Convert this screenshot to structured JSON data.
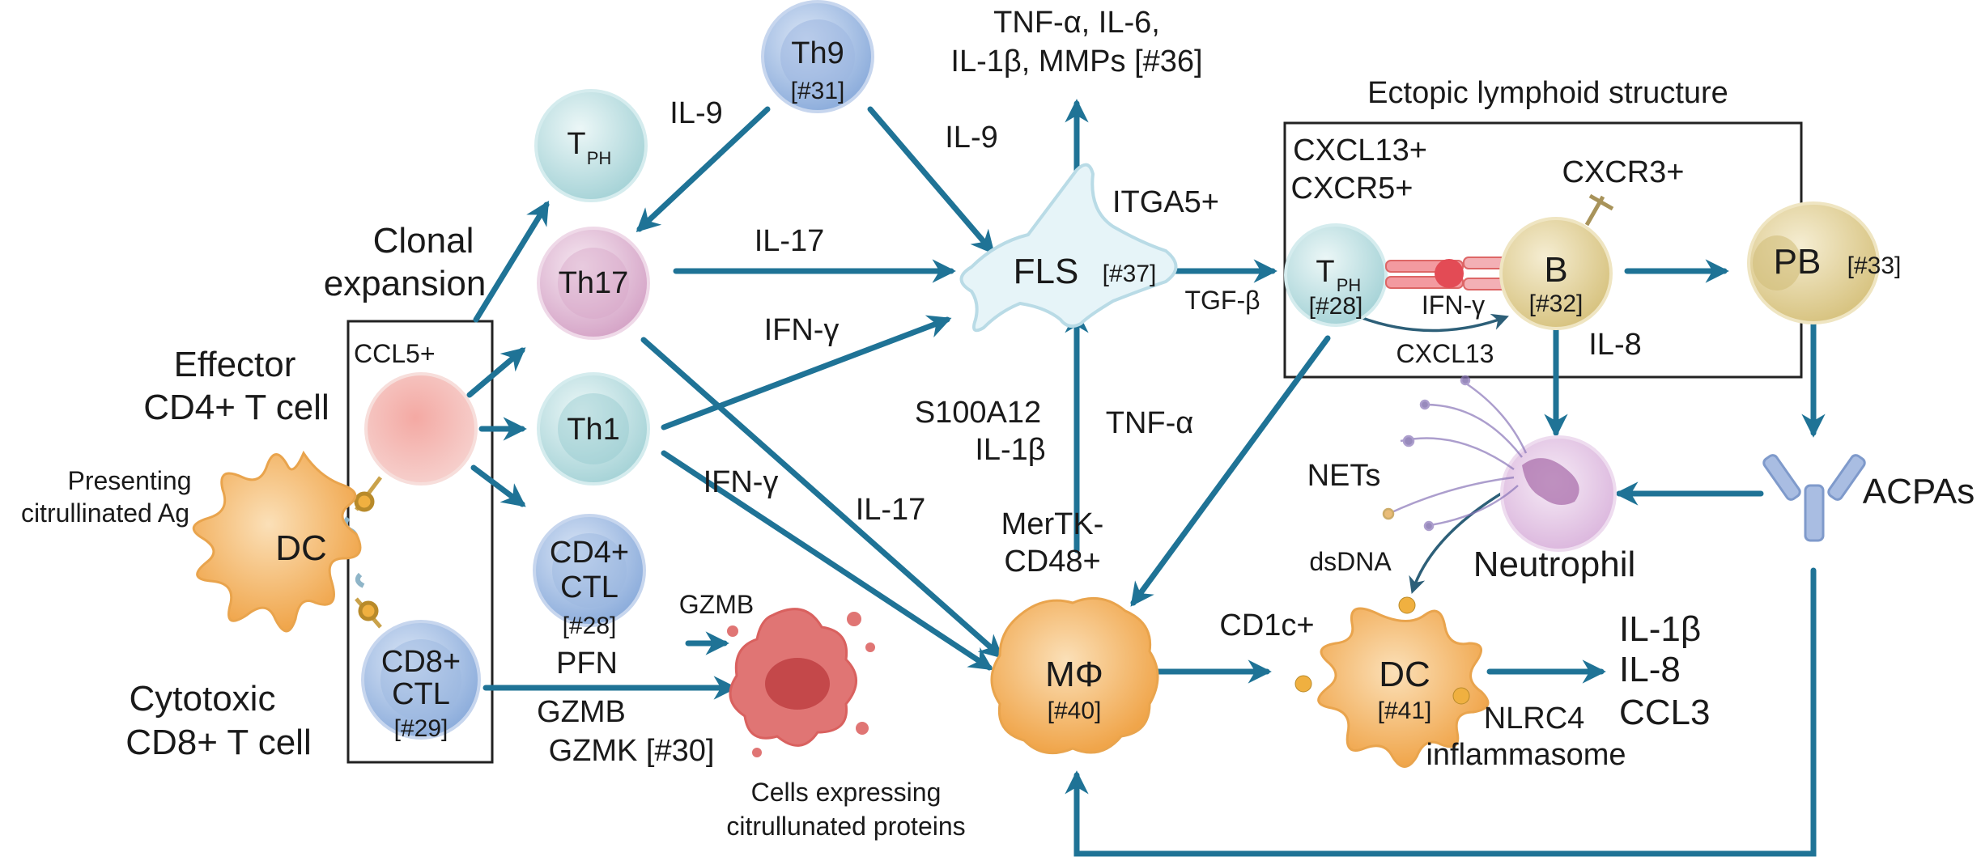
{
  "colors": {
    "arrow": "#1f7396",
    "box": "#222222",
    "cell_blue": "#9fbbe0",
    "cell_teal": "#bfe1e4",
    "cell_pink": "#e3bfd8",
    "cell_red": "#f2aaa6",
    "dc_orange": "#f3b468",
    "mac_orange": "#f2a849",
    "fls": "#dceff4",
    "b_cell": "#e6d6a0",
    "pb_cell": "#e2d39c",
    "neutrophil": "#e9d2ea",
    "antibody": "#8ea8d8"
  },
  "left": {
    "clonal": "Clonal",
    "expansion": "expansion",
    "effector_1": "Effector",
    "effector_2": "CD4+ T cell",
    "ccl5": "CCL5+",
    "presenting_1": "Presenting",
    "presenting_2": "citrullinated Ag",
    "dc": "DC",
    "cd8": "CD8+",
    "ctl": "CTL",
    "ref29": "[#29]",
    "cytotoxic_1": "Cytotoxic",
    "cytotoxic_2": "CD8+ T cell"
  },
  "cells": {
    "th9": "Th9",
    "ref31": "[#31]",
    "tph": "T",
    "tph_sub": "PH",
    "th17": "Th17",
    "th1": "Th1",
    "cd4ctl_1": "CD4+",
    "cd4ctl_2": "CTL",
    "ref28": "[#28]"
  },
  "cytokines": {
    "il9_left": "IL-9",
    "il9_right": "IL-9",
    "il17_top": "IL-17",
    "ifng_top": "IFN-γ",
    "ifng_mid": "IFN-γ",
    "il17_mid": "IL-17",
    "gzmb_top": "GZMB",
    "pfn": "PFN",
    "gzmb_bottom": "GZMB",
    "gzmk": "GZMK [#30]",
    "tnf_1": "TNF-α, IL-6,",
    "tnf_2": "IL-1β, MMPs [#36]",
    "s100a12": "S100A12",
    "il1b": "IL-1β",
    "tnfa": "TNF-α"
  },
  "fls": {
    "label": "FLS",
    "ref": "[#37]",
    "itga5": "ITGA5+",
    "tgfb": "TGF-β"
  },
  "targets": {
    "line_1": "Cells expressing",
    "line_2": "citrullunated proteins"
  },
  "ectopic": {
    "title": "Ectopic lymphoid structure",
    "cxcl13_pos": "CXCL13+",
    "cxcr5_pos": "CXCR5+",
    "tph": "T",
    "tph_sub": "PH",
    "tph_ref": "[#28]",
    "cxcr3_pos": "CXCR3+",
    "b": "B",
    "b_ref": "[#32]",
    "ifng": "IFN-γ",
    "cxcl13": "CXCL13",
    "pb": "PB",
    "pb_ref": "[#33]",
    "il8": "IL-8"
  },
  "macrophage": {
    "merTK": "MerTK-",
    "cd48": "CD48+",
    "label": "MΦ",
    "ref": "[#40]"
  },
  "dc2": {
    "cd1c": "CD1c+",
    "label": "DC",
    "ref": "[#41]",
    "nlrc4_1": "NLRC4",
    "nlrc4_2": "inflammasome"
  },
  "outputs": {
    "il1b": "IL-1β",
    "il8": "IL-8",
    "ccl3": "CCL3"
  },
  "neutrophil": {
    "nets": "NETs",
    "label": "Neutrophil",
    "dsdna": "dsDNA"
  },
  "acpas": {
    "label": "ACPAs"
  }
}
